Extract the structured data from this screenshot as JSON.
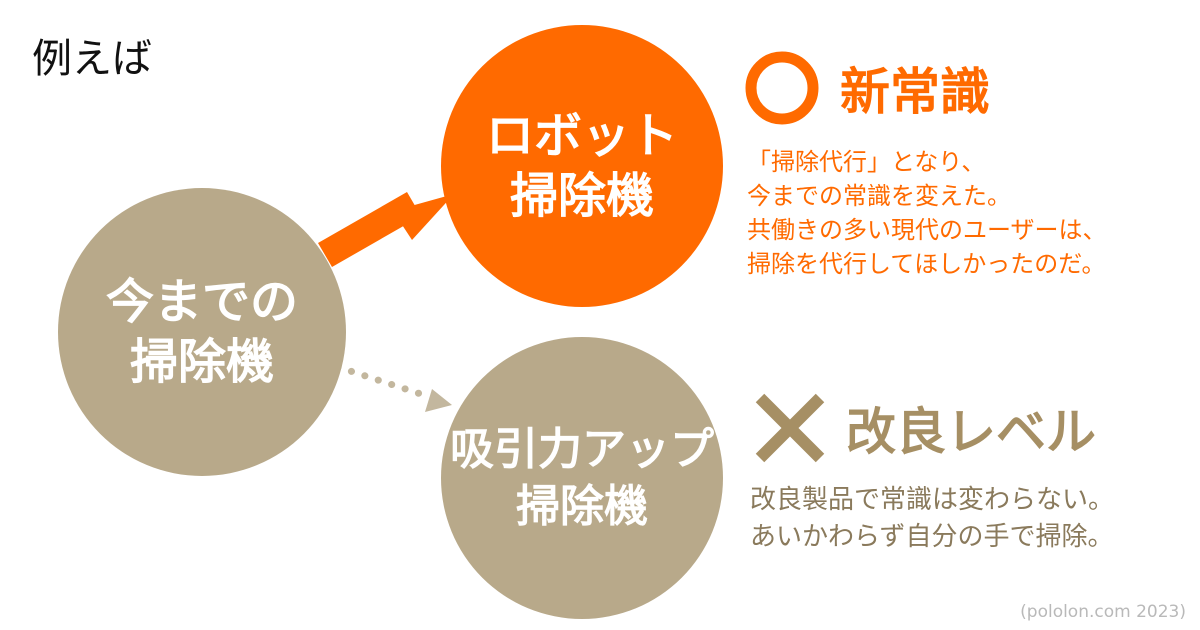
{
  "title": "例えば",
  "nodes": {
    "source": {
      "lines": [
        "今までの",
        "掃除機"
      ]
    },
    "robot": {
      "lines": [
        "ロボット",
        "掃除機"
      ]
    },
    "suction": {
      "lines": [
        "吸引力アップ",
        "掃除機"
      ]
    }
  },
  "new_common": {
    "mark_icon": "circle-mark-icon",
    "heading": "新常識",
    "lines": [
      "「掃除代行」となり、",
      "今までの常識を変えた。",
      "共働きの多い現代のユーザーは、",
      "掃除を代行してほしかったのだ。"
    ]
  },
  "improvement": {
    "mark_icon": "cross-mark-icon",
    "heading": "改良レベル",
    "lines": [
      "改良製品で常識は変わらない。",
      "あいかわらず自分の手で掃除。"
    ]
  },
  "colors": {
    "accent": "#ff6a00",
    "neutral": "#b8a98a",
    "cross": "#a68f64",
    "dots": "#c3b79e"
  },
  "credit": "(pololon.com 2023)"
}
